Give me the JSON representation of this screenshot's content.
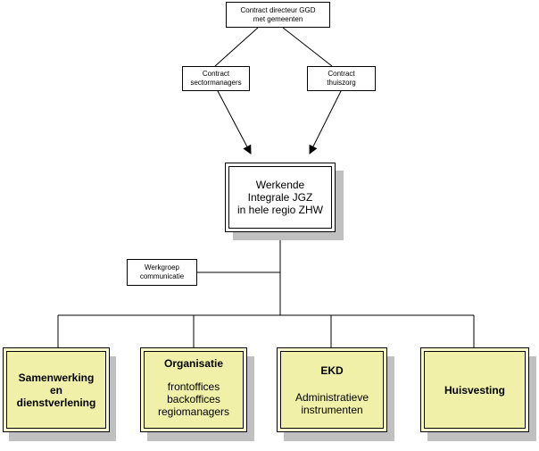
{
  "top": {
    "line1": "Contract directeur GGD",
    "line2": "met gemeenten"
  },
  "contract_left": {
    "line1": "Contract",
    "line2": "sectormanagers"
  },
  "contract_right": {
    "line1": "Contract",
    "line2": "thuiszorg"
  },
  "central": {
    "line1": "Werkende",
    "line2": "Integrale JGZ",
    "line3": "in hele regio ZHW"
  },
  "werkgroep": {
    "line1": "Werkgroep",
    "line2": "communicatie"
  },
  "samenwerking": {
    "line1": "Samenwerking",
    "line2": "en",
    "line3": "dienstverlening"
  },
  "organisatie": {
    "title": "Organisatie",
    "line1": "frontoffices",
    "line2": "backoffices",
    "line3": "regiomanagers"
  },
  "ekd": {
    "title": "EKD",
    "line1": "Administratieve",
    "line2": "instrumenten"
  },
  "huisvesting": {
    "title": "Huisvesting"
  },
  "colors": {
    "box_fill": "#ffffcc",
    "box_inner": "#f0f0a8",
    "shadow": "#c0c0c0"
  }
}
